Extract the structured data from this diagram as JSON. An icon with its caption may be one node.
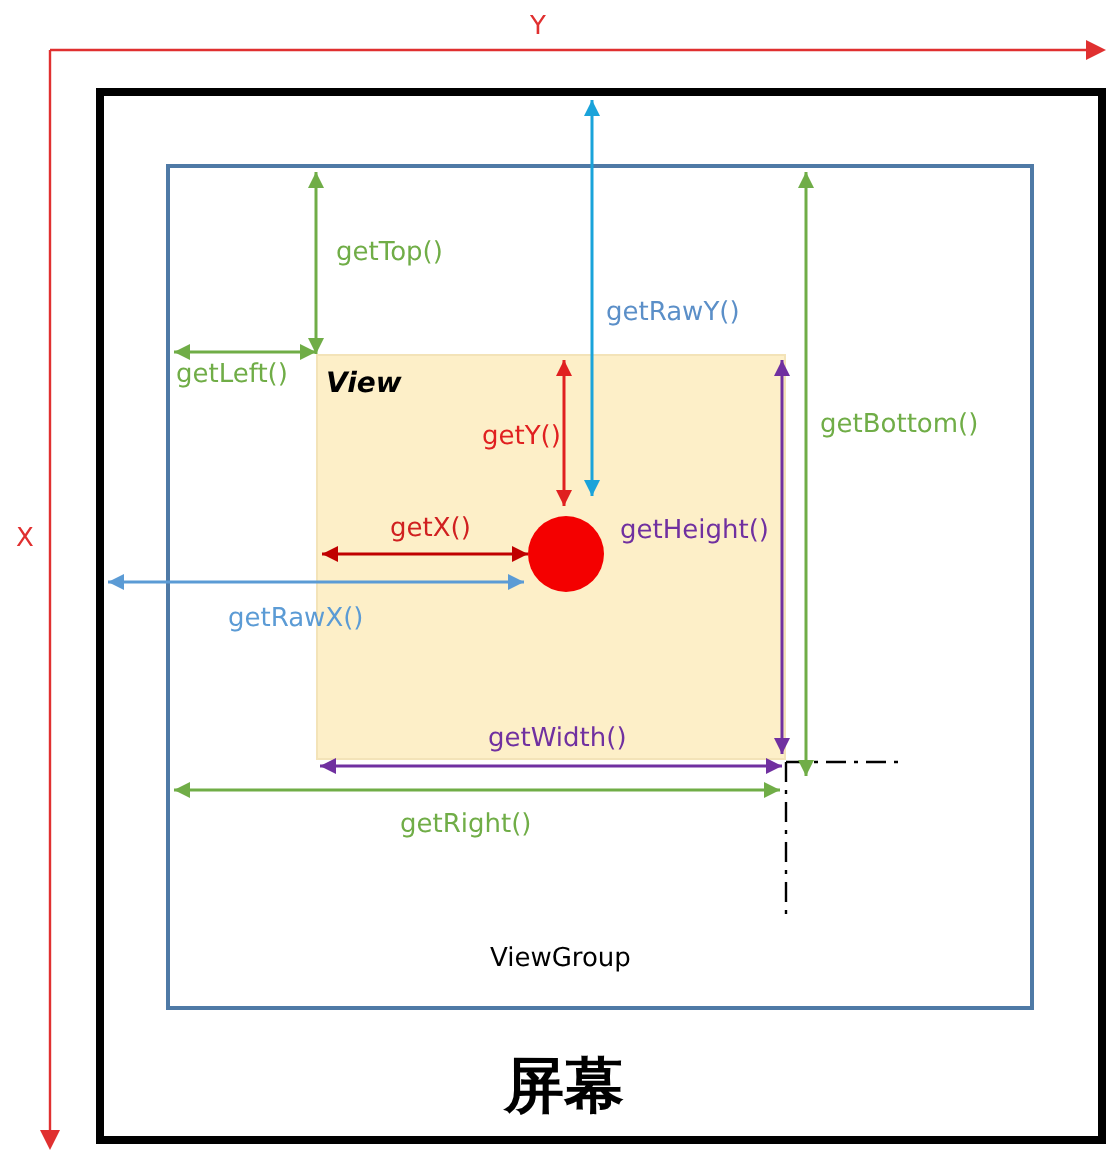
{
  "diagram": {
    "nodes": [
      {
        "text": [
          "屏幕"
        ]
      },
      {
        "text": [
          "ViewGroup"
        ],
        "in": 0
      },
      {
        "text": [
          "View"
        ],
        "in": 1
      },
      {
        "text": [],
        "shape": "circle",
        "in": 2
      }
    ],
    "edges": [
      {
        "from": 1,
        "to": 2,
        "arrow": "both",
        "label": "getTop()"
      },
      {
        "from": 0,
        "to": 3,
        "arrow": "both",
        "label": "getRawY()",
        "color": "#1aa3da"
      },
      {
        "from": 1,
        "to": 2,
        "arrow": "both",
        "label": "getLeft()"
      },
      {
        "from": 1,
        "to": 2,
        "arrow": "both",
        "label": "getBottom()"
      },
      {
        "from": 2,
        "to": 3,
        "arrow": "both",
        "label": "getY()",
        "color": "#e02020"
      },
      {
        "from": 2,
        "to": 3,
        "arrow": "both",
        "label": "getX()",
        "color": "#c00000"
      },
      {
        "from": 0,
        "to": 3,
        "arrow": "both",
        "label": "getRawX()",
        "color": "#5b9bd5"
      },
      {
        "from": 1,
        "to": 2,
        "arrow": "both",
        "label": "getRight()"
      }
    ],
    "labels": [
      "Y",
      "getHeight()",
      "X",
      "getWidth()"
    ]
  }
}
